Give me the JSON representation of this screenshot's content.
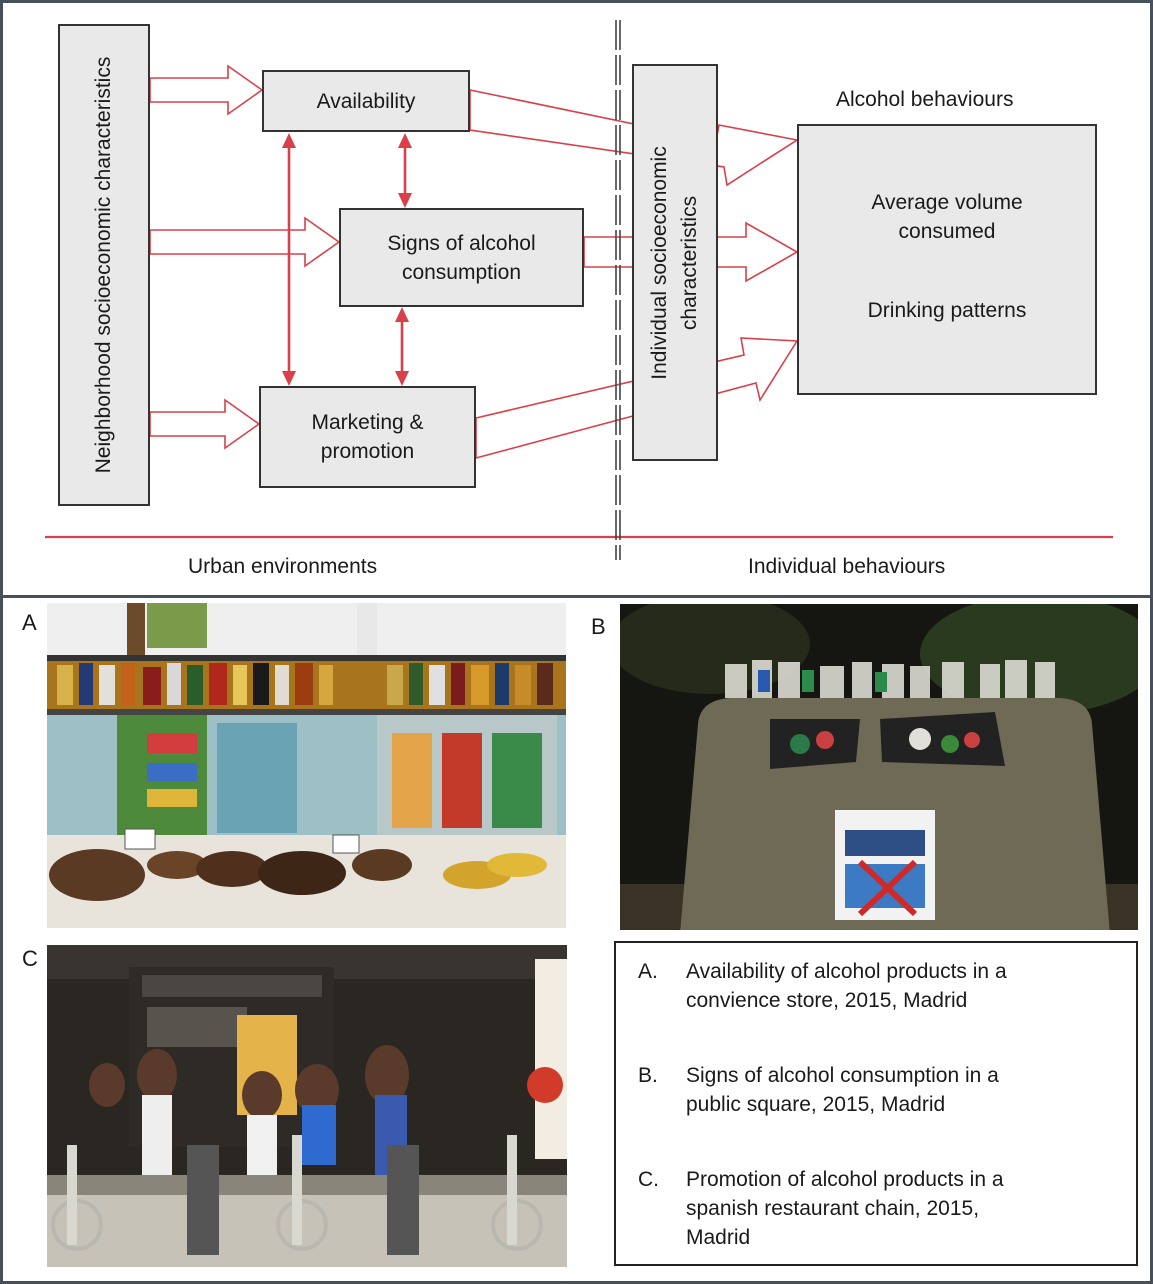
{
  "diagram": {
    "boxes": {
      "neighborhood": "Neighborhood socioeconomic characteristics",
      "availability": "Availability",
      "signs": "Signs of alcohol consumption",
      "marketing": "Marketing & promotion",
      "individual": "Individual socioeconomic characteristics",
      "behaviours_title": "Alcohol behaviours",
      "volume": "Average volume consumed",
      "patterns": "Drinking patterns"
    },
    "bottom_labels": {
      "left": "Urban environments",
      "right": "Individual behaviours"
    },
    "colors": {
      "arrow": "#d9404a",
      "box_fill": "#e9e9e9",
      "frame": "#46505a"
    }
  },
  "photos": {
    "a": {
      "letter": "A",
      "subject": "convenience-store-shelves"
    },
    "b": {
      "letter": "B",
      "subject": "recycling-container-with-cups"
    },
    "c": {
      "letter": "C",
      "subject": "restaurant-terrace-with-bikes"
    }
  },
  "caption": {
    "items": [
      {
        "key": "A.",
        "text": "Availability of alcohol products in a convience store, 2015, Madrid"
      },
      {
        "key": "B.",
        "text": "Signs of alcohol consumption in a public square, 2015, Madrid"
      },
      {
        "key": "C.",
        "text": "Promotion of alcohol products in a spanish restaurant chain, 2015, Madrid"
      }
    ]
  }
}
